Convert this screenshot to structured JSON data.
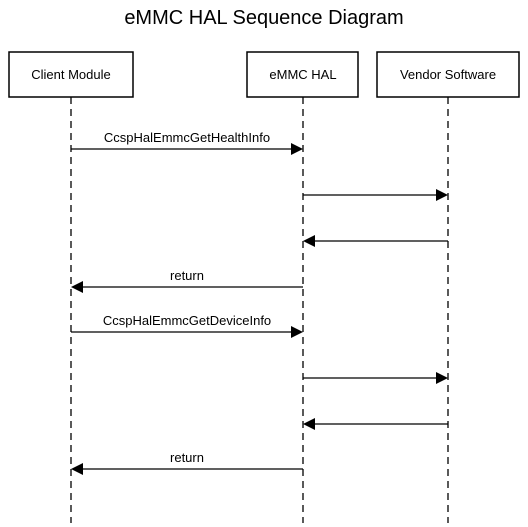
{
  "title": "eMMC HAL Sequence Diagram",
  "participants": [
    {
      "id": "client",
      "label": "Client Module"
    },
    {
      "id": "hal",
      "label": "eMMC HAL"
    },
    {
      "id": "vendor",
      "label": "Vendor Software"
    }
  ],
  "messages": [
    {
      "from": "client",
      "to": "hal",
      "label": "CcspHalEmmcGetHealthInfo"
    },
    {
      "from": "hal",
      "to": "vendor",
      "label": ""
    },
    {
      "from": "vendor",
      "to": "hal",
      "label": ""
    },
    {
      "from": "hal",
      "to": "client",
      "label": "return"
    },
    {
      "from": "client",
      "to": "hal",
      "label": "CcspHalEmmcGetDeviceInfo"
    },
    {
      "from": "hal",
      "to": "vendor",
      "label": ""
    },
    {
      "from": "vendor",
      "to": "hal",
      "label": ""
    },
    {
      "from": "hal",
      "to": "client",
      "label": "return"
    }
  ]
}
